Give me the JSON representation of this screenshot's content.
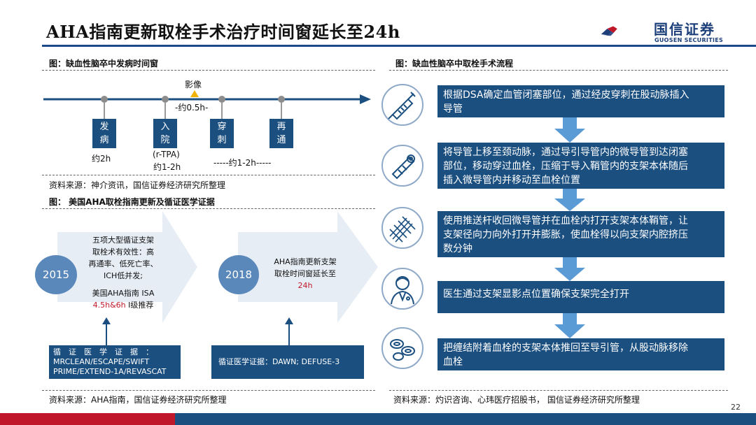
{
  "title": "AHA指南更新取栓手术治疗时间窗延长至24h",
  "logo": {
    "cn": "国信证券",
    "en": "GUOSEN SECURITIES"
  },
  "left_top": {
    "caption": "图：缺血性脑卒中发病时间窗",
    "image_label": "影像",
    "image_time": "-约0.5h-",
    "stages": [
      {
        "label": "发病",
        "chars": [
          "发",
          "病"
        ]
      },
      {
        "label": "入院",
        "chars": [
          "入",
          "院"
        ]
      },
      {
        "label": "穿刺",
        "chars": [
          "穿",
          "刺"
        ]
      },
      {
        "label": "再通",
        "chars": [
          "再",
          "通"
        ]
      }
    ],
    "time_onset": "约2h",
    "time_rtpa": "(r-TPA)",
    "time_admit": "约1-2h",
    "time_recan": "-----约1-2h-----",
    "source": "资料来源：神介资讯，国信证券经济研究所整理"
  },
  "left_bottom": {
    "caption": "图： 美国AHA取栓指南更新及循证医学证据",
    "year1": "2015",
    "year2": "2018",
    "arrow1_lines": [
      "五项大型循证支架",
      "取栓术有效性：高",
      "再通率、低死亡率、",
      "ICH低并发;"
    ],
    "arrow1_aha": "美国AHA指南 ISA",
    "arrow1_red": "4.5h&6h",
    "arrow1_tail": " I级推荐",
    "arrow2_lines": [
      "AHA指南更新支架",
      "取栓时间窗延长至"
    ],
    "arrow2_red": "24h",
    "evidence1_label": "循　证　医　学　证　据　：",
    "evidence1_lines": [
      "MRCLEAN/ESCAPE/SWIFT",
      "PRIME/EXTEND-1A/REVASCAT"
    ],
    "evidence2": "循证医学证据：DAWN; DEFUSE-3",
    "source": "资料来源：AHA指南，国信证券经济研究所整理"
  },
  "right": {
    "caption": "图：缺血性脑卒中取栓手术流程",
    "steps": [
      {
        "icon": "syringe-icon",
        "lines": [
          "根据DSA确定血管闭塞部位，通过经皮穿刺在股动脉插入",
          "导管"
        ]
      },
      {
        "icon": "catheter-icon",
        "lines": [
          "将导管上移至颈动脉，通过导引导管内的微导管到达闭塞",
          "部位，移动穿过血栓，压缩于导入鞘管内的支架本体随后",
          "插入微导管内并移动至血栓位置"
        ]
      },
      {
        "icon": "stent-mesh-icon",
        "lines": [
          "使用推送杆收回微导管并在血栓内打开支架本体鞘管，让",
          "支架径向力向外打开并膨胀，使血栓得以向支架内腔挤压",
          "数分钟"
        ]
      },
      {
        "icon": "doctor-icon",
        "lines": [
          "医生通过支架显影点位置确保支架完全打开"
        ]
      },
      {
        "icon": "blood-cells-icon",
        "lines": [
          "把缠结附着血栓的支架本体推回至导引管，从股动脉移除",
          "血栓"
        ]
      }
    ],
    "source": "资料来源：灼识咨询、心玮医疗招股书， 国信证券经济研究所整理"
  },
  "page_number": "22",
  "colors": {
    "navy": "#1b4f80",
    "red": "#c0182a",
    "light_arrow": "#e6edf5"
  }
}
